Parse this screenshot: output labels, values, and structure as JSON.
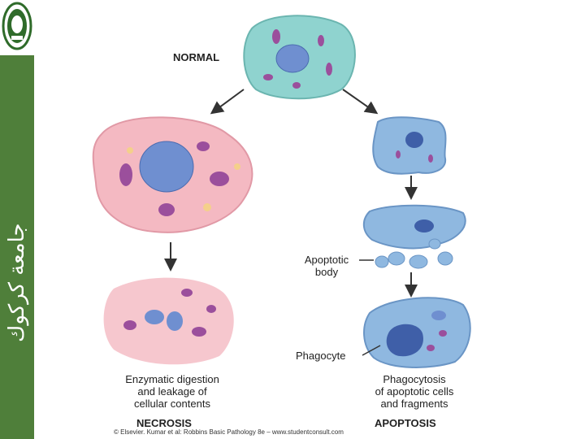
{
  "sidebar": {
    "vertical_text": "جامعة كركوك",
    "bg_color": "#4f7f3a"
  },
  "labels": {
    "normal": "NORMAL",
    "apoptotic_body_line1": "Apoptotic",
    "apoptotic_body_line2": "body",
    "phagocyte": "Phagocyte",
    "necrosis_desc_line1": "Enzymatic digestion",
    "necrosis_desc_line2": "and leakage of",
    "necrosis_desc_line3": "cellular contents",
    "apoptosis_desc_line1": "Phagocytosis",
    "apoptosis_desc_line2": "of apoptotic cells",
    "apoptosis_desc_line3": "and fragments",
    "necrosis": "NECROSIS",
    "apoptosis": "APOPTOSIS",
    "copyright": "© Elsevier. Kumar et al: Robbins Basic Pathology 8e – www.studentconsult.com"
  },
  "colors": {
    "normal_cell": "#8fd3cf",
    "necrosis_cell": "#f4b9c2",
    "apoptosis_cell": "#8fb8e0",
    "nucleus": "#6f8fd0",
    "organelle": "#9b4f9c"
  }
}
